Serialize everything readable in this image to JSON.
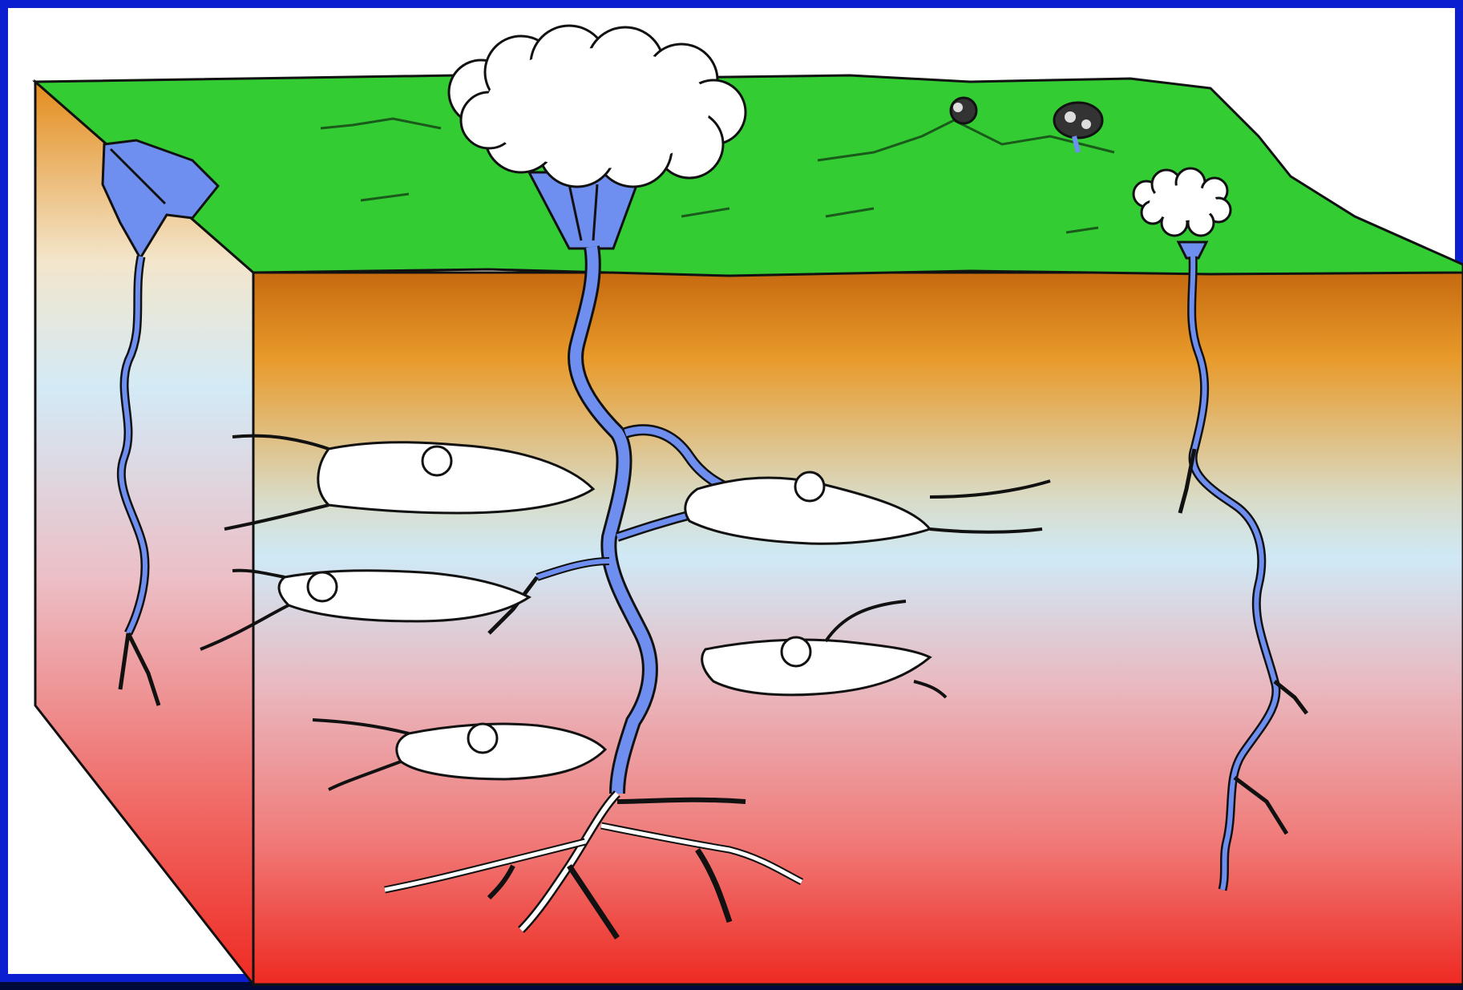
{
  "figure": {
    "frame_color": "#0b1fd0",
    "background_color": "#ffffff"
  },
  "colors": {
    "ground_surface": "#33cc33",
    "soil_top": "#e88a1a",
    "soil_mid": "#cfe8f4",
    "soil_bottom": "#ee2a22",
    "channel_fill": "#6f8ff0",
    "outline": "#111111",
    "gas_cloud": "#ffffff"
  },
  "elements": {
    "block": "cutaway-soil-block",
    "vents": [
      "left-vent",
      "central-vent",
      "right-vent"
    ],
    "surface_clouds": [
      "large-cloud",
      "small-cloud"
    ],
    "spheres": [
      "dark-spot-1",
      "dark-spot-2"
    ],
    "cavities_count": 5
  }
}
